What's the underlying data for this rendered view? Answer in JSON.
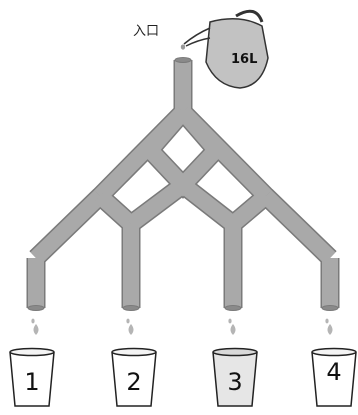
{
  "inlet_label": "入口",
  "jug_label": "16L",
  "colors": {
    "pipe": "#a9a9a9",
    "pipe_outline": "#7a7a7a",
    "drop": "#b5b5b5",
    "cup_fill": "#ffffff",
    "cup_highlight_fill": "#e6e6e6",
    "outline": "#222222"
  },
  "cups": [
    {
      "label": "1",
      "highlighted": false
    },
    {
      "label": "2",
      "highlighted": false
    },
    {
      "label": "3",
      "highlighted": true
    },
    {
      "label": "4",
      "highlighted": false
    }
  ],
  "icons": [
    "pitcher-icon",
    "water-drop-icon",
    "cup-icon"
  ]
}
